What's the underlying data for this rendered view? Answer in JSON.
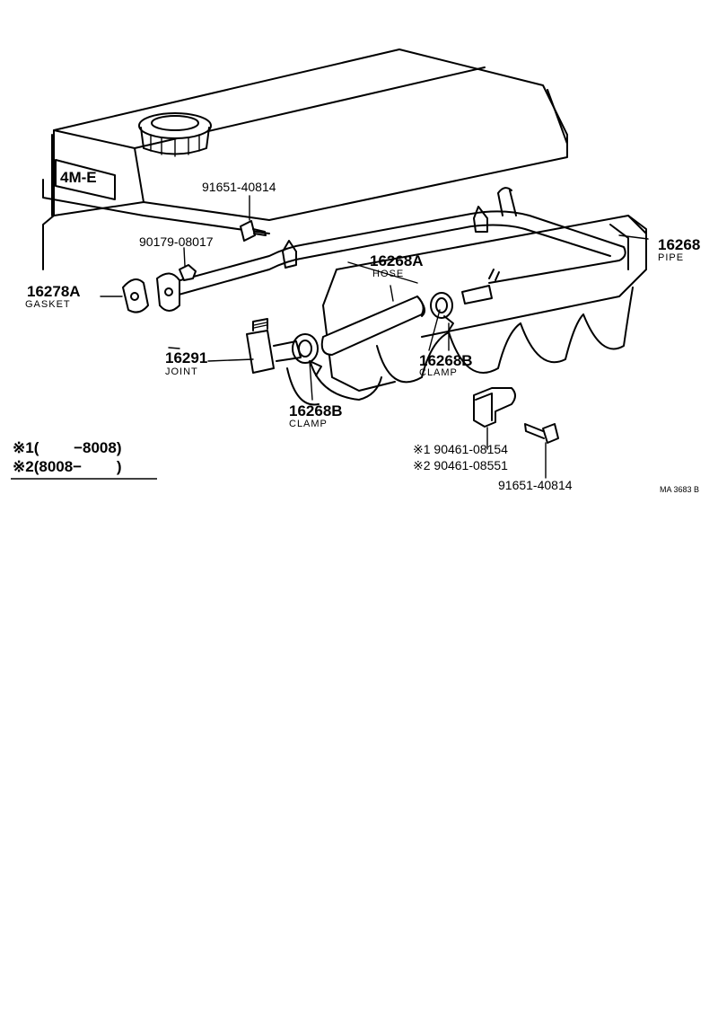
{
  "parts": {
    "bolt_top": {
      "number": "91651-40814"
    },
    "nut": {
      "number": "90179-08017"
    },
    "gasket": {
      "number": "16278A",
      "name": "GASKET"
    },
    "pipe": {
      "number": "16268",
      "name": "PIPE"
    },
    "hose": {
      "number": "16268A",
      "name": "HOSE"
    },
    "joint": {
      "number": "16291",
      "name": "JOINT"
    },
    "clamp_left": {
      "number": "16268B",
      "name": "CLAMP"
    },
    "clamp_right": {
      "number": "16268B",
      "name": "CLAMP"
    },
    "clip_1": {
      "number": "※1 90461-08154"
    },
    "clip_2": {
      "number": "※2 90461-08551"
    },
    "bolt_bottom": {
      "number": "91651-40814"
    }
  },
  "engine_badge": "4M-E",
  "legend": {
    "item1": "※1(　　 −8008)",
    "item2": "※2(8008−　　 )"
  },
  "diagram_ref": "MA 3683 B"
}
